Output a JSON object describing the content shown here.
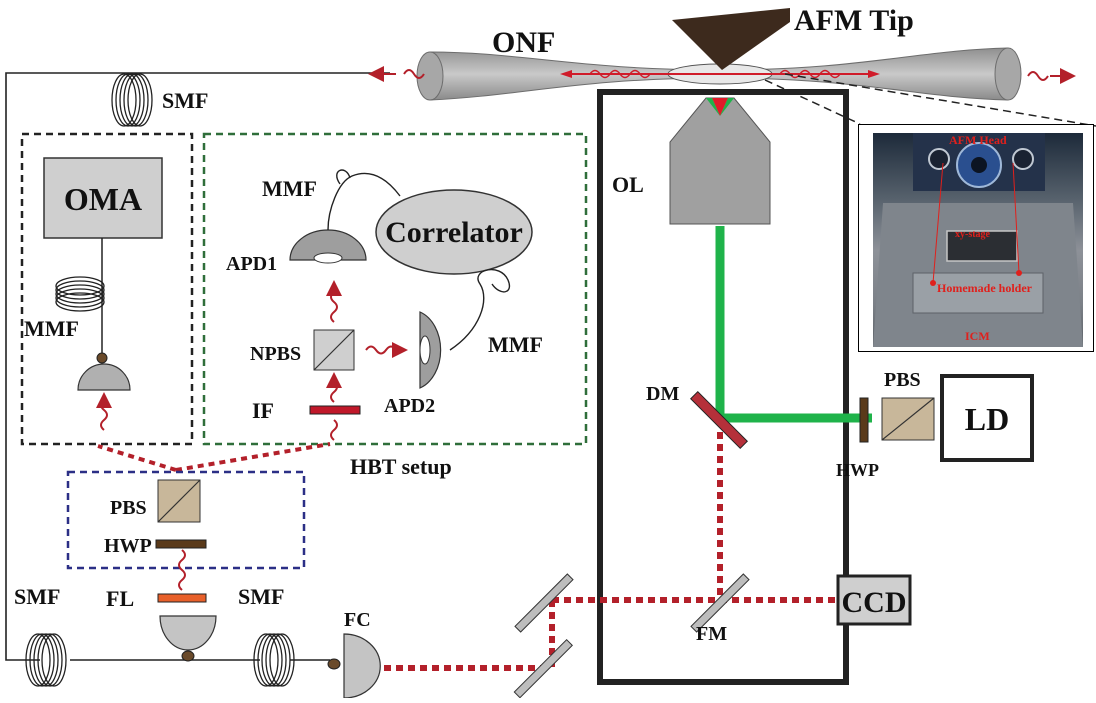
{
  "labels": {
    "onf": "ONF",
    "afm_tip": "AFM Tip",
    "smf_top": "SMF",
    "oma": "OMA",
    "mmf_left": "MMF",
    "mmf_top": "MMF",
    "correlator": "Correlator",
    "apd1": "APD1",
    "apd2": "APD2",
    "npbs": "NPBS",
    "mmf_right": "MMF",
    "if": "IF",
    "hbt_setup": "HBT setup",
    "pbs_left": "PBS",
    "hwp_left": "HWP",
    "smf_left": "SMF",
    "fl": "FL",
    "smf_mid": "SMF",
    "fc": "FC",
    "ol": "OL",
    "dm": "DM",
    "fm": "FM",
    "ccd": "CCD",
    "pbs_right": "PBS",
    "hwp_right": "HWP",
    "ld": "LD"
  },
  "inset": {
    "afm_head": "AFM Head",
    "stage": "xy-stage",
    "holder": "Homemade holder",
    "icm": "ICM"
  },
  "colors": {
    "green_beam": "#1fb34a",
    "red_beam": "#b3202a",
    "box_black": "#222222",
    "box_green": "#2f6e3a",
    "box_blue": "#2b2f86",
    "component_gray": "#bfbfbf",
    "pbs_tan": "#c8b79a",
    "hwp_brown": "#5a3a1a",
    "fl_orange": "#e8602a",
    "if_red": "#c0182a",
    "dm_pink": "#b5303a"
  }
}
